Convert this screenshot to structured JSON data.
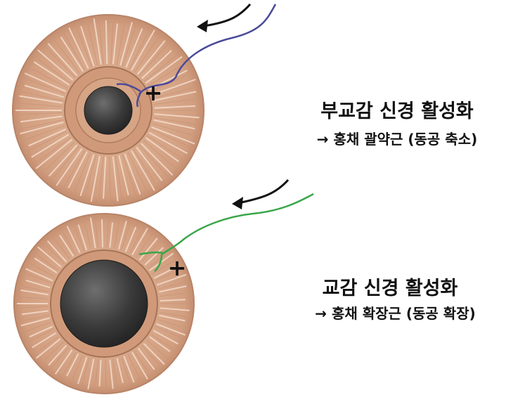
{
  "top": {
    "title": "부교감 신경 활성화",
    "subtitle": "→ 홍채 괄약근 (동공 축소)",
    "nerve_color": "#4a4a9a",
    "sign": "+"
  },
  "bottom": {
    "title": "교감 신경 활성화",
    "subtitle": "→ 홍채 확장근 (동공 확장)",
    "nerve_color": "#3aa64a",
    "sign": "+"
  },
  "colors": {
    "iris": "#d8a88a",
    "iris_streak": "#f1d6c3",
    "pupil": "#3a3a3a",
    "arrow": "#111111"
  }
}
